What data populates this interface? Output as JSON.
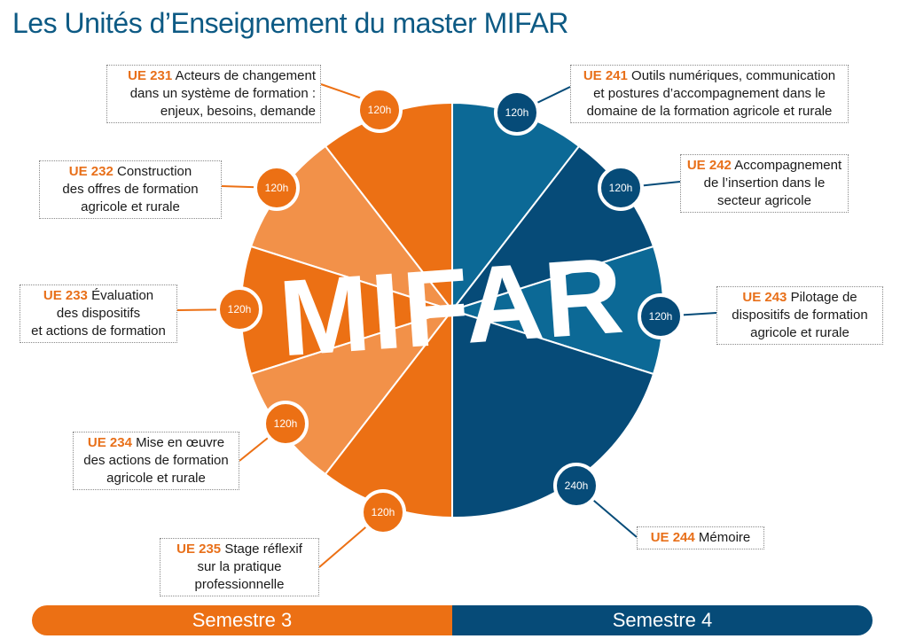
{
  "title": "Les Unités d’Enseignement du master MIFAR",
  "center_word": "MIFAR",
  "colors": {
    "orange_dark": "#ec7014",
    "orange_light": "#f29149",
    "blue_dark": "#064b78",
    "blue_light": "#0c6996",
    "title": "#0d5a84"
  },
  "units": [
    {
      "code": "UE 231",
      "text_lines": [
        "Acteurs de changement",
        "dans un système de formation :",
        "enjeux, besoins, demande"
      ],
      "hours": "120h"
    },
    {
      "code": "UE 232",
      "text_lines": [
        "Construction",
        "des offres de formation",
        "agricole et rurale"
      ],
      "hours": "120h"
    },
    {
      "code": "UE 233",
      "text_lines": [
        "Évaluation",
        "des dispositifs",
        "et actions de formation"
      ],
      "hours": "120h"
    },
    {
      "code": "UE 234",
      "text_lines": [
        "Mise en œuvre",
        "des actions de formation",
        "agricole et rurale"
      ],
      "hours": "120h"
    },
    {
      "code": "UE 235",
      "text_lines": [
        "Stage réflexif",
        "sur la pratique",
        "professionnelle"
      ],
      "hours": "120h"
    },
    {
      "code": "UE 241",
      "text_lines": [
        "Outils numériques, communication",
        "et postures d’accompagnement dans le",
        "domaine de la formation agricole et rurale"
      ],
      "hours": "120h"
    },
    {
      "code": "UE 242",
      "text_lines": [
        "Accompagnement",
        "de l’insertion dans le",
        "secteur agricole"
      ],
      "hours": "120h"
    },
    {
      "code": "UE 243",
      "text_lines": [
        "Pilotage de",
        "dispositifs de formation",
        "agricole et rurale"
      ],
      "hours": "120h"
    },
    {
      "code": "UE 244",
      "text_lines": [
        "Mémoire"
      ],
      "hours": "240h"
    }
  ],
  "semesters": [
    "Semestre 3",
    "Semestre 4"
  ]
}
